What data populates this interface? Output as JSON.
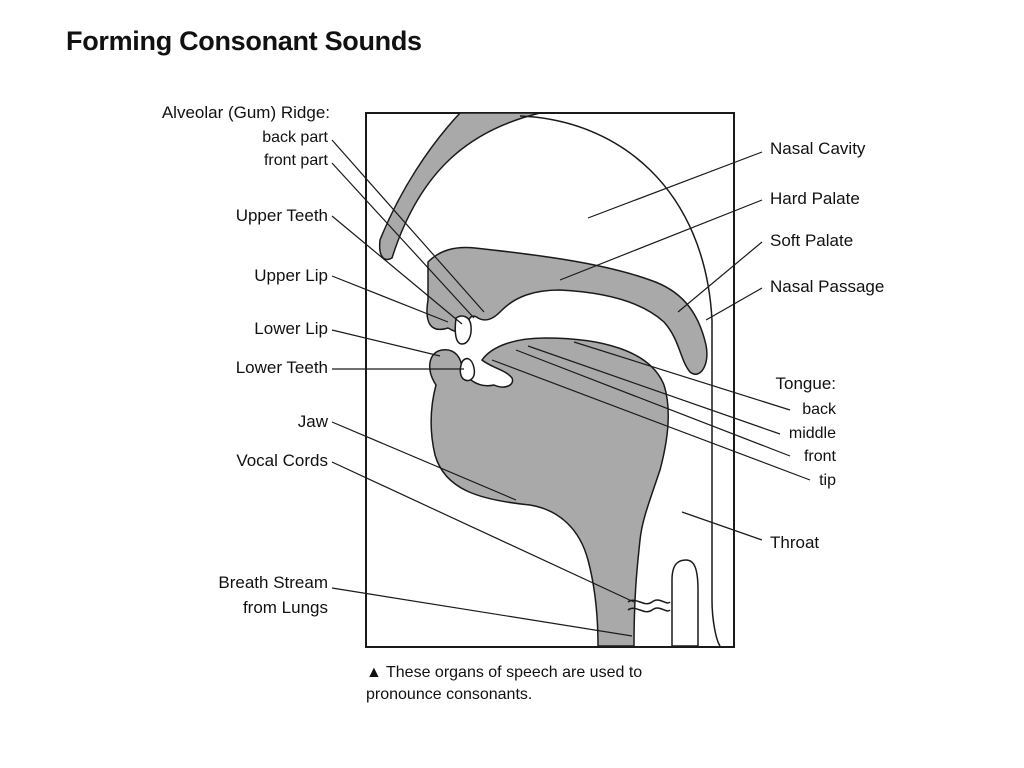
{
  "title": "Forming Consonant Sounds",
  "labels_left": {
    "alveolar_ridge": "Alveolar (Gum) Ridge:",
    "back_part": "back part",
    "front_part": "front part",
    "upper_teeth": "Upper Teeth",
    "upper_lip": "Upper Lip",
    "lower_lip": "Lower Lip",
    "lower_teeth": "Lower Teeth",
    "jaw": "Jaw",
    "vocal_cords": "Vocal Cords",
    "breath_stream_1": "Breath Stream",
    "breath_stream_2": "from Lungs"
  },
  "labels_right": {
    "nasal_cavity": "Nasal Cavity",
    "hard_palate": "Hard Palate",
    "soft_palate": "Soft Palate",
    "nasal_passage": "Nasal Passage",
    "tongue": "Tongue:",
    "back": "back",
    "middle": "middle",
    "front": "front",
    "tip": "tip",
    "throat": "Throat"
  },
  "caption": {
    "marker": "▲",
    "text": "These organs of speech are used to pronounce consonants."
  },
  "colors": {
    "tissue": "#a9a9a9",
    "line": "#1a1a1a"
  }
}
